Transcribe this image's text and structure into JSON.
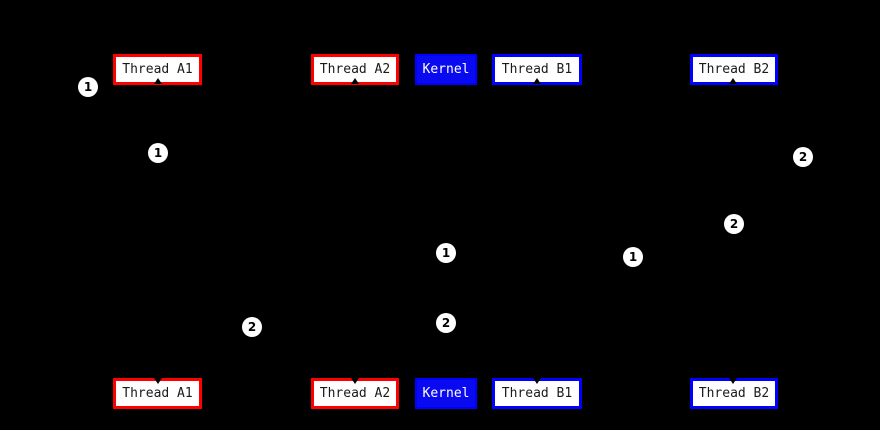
{
  "diagram": {
    "description": "Thread scheduling diagram: two snapshots (top and bottom rows) of Thread A1, Thread A2, Kernel, Thread B1, Thread B2 with numbered step markers",
    "boxes": {
      "top": [
        {
          "label": "Thread A1"
        },
        {
          "label": "Thread A2"
        },
        {
          "label": "Kernel"
        },
        {
          "label": "Thread B1"
        },
        {
          "label": "Thread B2"
        }
      ],
      "bottom": [
        {
          "label": "Thread A1"
        },
        {
          "label": "Thread A2"
        },
        {
          "label": "Kernel"
        },
        {
          "label": "Thread B1"
        },
        {
          "label": "Thread B2"
        }
      ]
    },
    "markers": [
      {
        "label": "1"
      },
      {
        "label": "1"
      },
      {
        "label": "2"
      },
      {
        "label": "2"
      },
      {
        "label": "1"
      },
      {
        "label": "1"
      },
      {
        "label": "2"
      },
      {
        "label": "2"
      }
    ],
    "colors": {
      "background": "#000000",
      "user_thread_border": "#ff0000",
      "kernel_thread_border": "#0000ff",
      "kernel_fill": "#0a0af0",
      "box_fill": "#ffffff",
      "box_text": "#1a1a1a",
      "kernel_text": "#ffffff",
      "marker_fill": "#ffffff",
      "marker_text": "#000000"
    }
  }
}
